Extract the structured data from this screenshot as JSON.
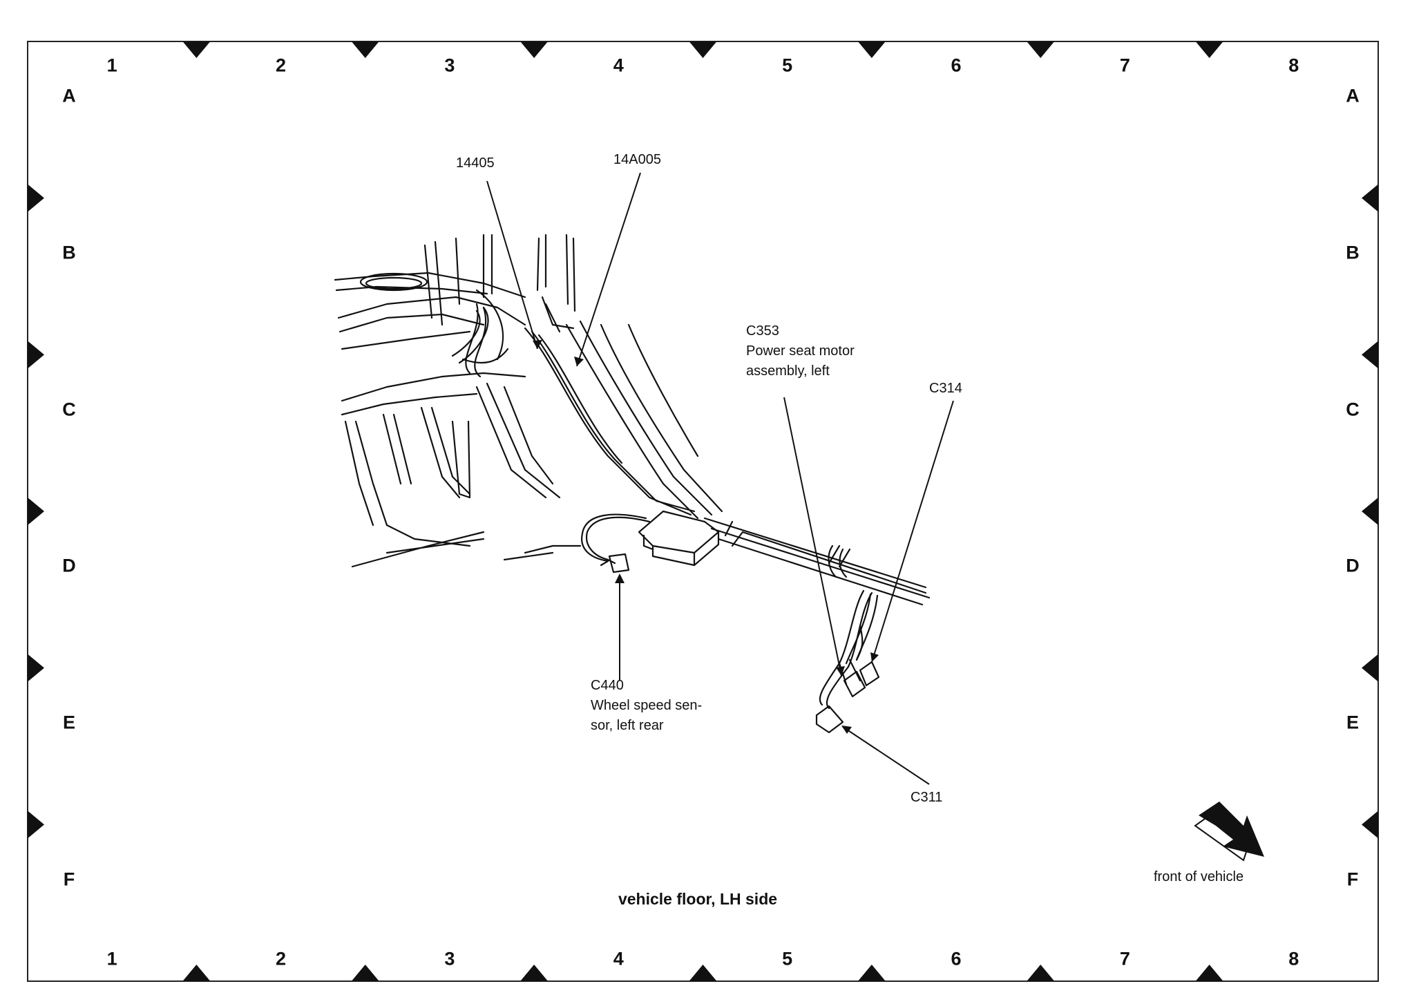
{
  "grid": {
    "columns": [
      "1",
      "2",
      "3",
      "4",
      "5",
      "6",
      "7",
      "8"
    ],
    "rows": [
      "A",
      "B",
      "C",
      "D",
      "E",
      "F"
    ]
  },
  "callouts": {
    "harness_14405": "14405",
    "harness_14a005": "14A005",
    "c353": "C353\nPower seat motor\nassembly, left",
    "c314": "C314",
    "c440": "C440\nWheel speed sen-\nsor, left rear",
    "c311": "C311"
  },
  "caption": "vehicle floor, LH side",
  "front_of_vehicle": "front of vehicle",
  "colors": {
    "ink": "#111111",
    "paper": "#ffffff"
  }
}
